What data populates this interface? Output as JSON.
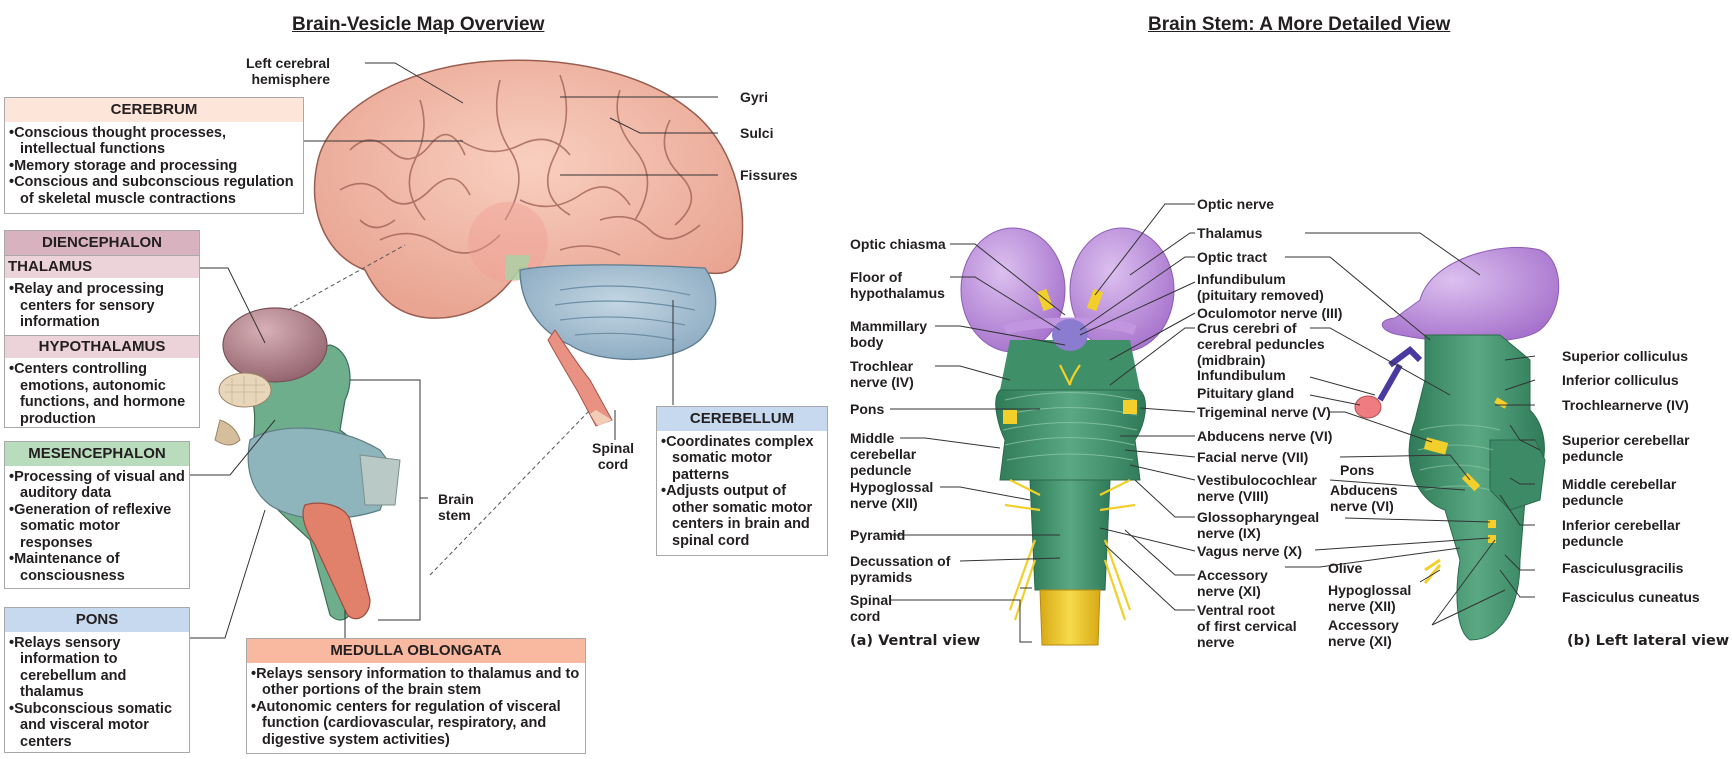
{
  "left_panel": {
    "title": "Brain-Vesicle Map Overview",
    "labels": {
      "left_cerebral_hemisphere": "Left cerebral\nhemisphere",
      "gyri": "Gyri",
      "sulci": "Sulci",
      "fissures": "Fissures",
      "spinal_cord": "Spinal\ncord",
      "brain_stem": "Brain\nstem"
    },
    "boxes": {
      "cerebrum": {
        "header": "CEREBRUM",
        "color": "#fde5da",
        "bullets": [
          "Conscious thought processes, intellectual functions",
          "Memory storage and processing",
          "Conscious and subconscious regulation of skeletal muscle contractions"
        ]
      },
      "diencephalon": {
        "header": "DIENCEPHALON",
        "color": "#d8b2be",
        "thalamus": {
          "header": "THALAMUS",
          "color": "#ecd3da",
          "bullets": [
            "Relay and processing centers for sensory information"
          ]
        },
        "hypothalamus": {
          "header": "HYPOTHALAMUS",
          "color": "#ecd3da",
          "bullets": [
            "Centers controlling emotions, autonomic functions, and hormone production"
          ]
        }
      },
      "mesencephalon": {
        "header": "MESENCEPHALON",
        "color": "#b9dcbc",
        "bullets": [
          "Processing of visual and auditory data",
          "Generation of reflexive somatic motor responses",
          "Maintenance of consciousness"
        ]
      },
      "pons": {
        "header": "PONS",
        "color": "#c6d9ee",
        "bullets": [
          "Relays sensory information to cerebellum and thalamus",
          "Subconscious somatic and visceral motor centers"
        ]
      },
      "medulla": {
        "header": "MEDULLA OBLONGATA",
        "color": "#f8b9a0",
        "bullets": [
          "Relays sensory information to thalamus and to other portions of the brain stem",
          "Autonomic centers for regulation of visceral function (cardiovascular, respiratory, and digestive system activities)"
        ]
      },
      "cerebellum": {
        "header": "CEREBELLUM",
        "color": "#c6d9ee",
        "bullets": [
          "Coordinates complex somatic motor patterns",
          "Adjusts output of other somatic motor centers in brain and spinal cord"
        ]
      }
    }
  },
  "right_panel": {
    "title": "Brain Stem: A More Detailed View",
    "ventral": {
      "caption": "(a)  Ventral view",
      "left_labels": [
        "Optic chiasma",
        "Floor of\nhypothalamus",
        "Mammillary\nbody",
        "Trochlear\nnerve (IV)",
        "Pons",
        "Middle\ncerebellar\npeduncle",
        "Hypoglossal\nnerve (XII)",
        "Pyramid",
        "Decussation of\npyramids",
        "Spinal\ncord"
      ],
      "right_labels": [
        "Optic nerve",
        "Thalamus",
        "Optic tract",
        "Infundibulum\n(pituitary removed)",
        "Oculomotor nerve (III)",
        "Crus cerebri of\ncerebral peduncles\n(midbrain)",
        "Infundibulum",
        "Pituitary gland",
        "Trigeminal nerve (V)",
        "Abducens nerve (VI)",
        "Facial nerve (VII)",
        "Vestibulocochlear\nnerve (VIII)",
        "Glossopharyngeal\nnerve (IX)",
        "Vagus nerve (X)",
        "Accessory\nnerve (XI)",
        "Ventral root\nof first cervical\nnerve"
      ]
    },
    "lateral": {
      "caption": "(b)  Left lateral view",
      "inner_labels": [
        "Pons",
        "Abducens\nnerve (VI)",
        "Olive",
        "Hypoglossal\nnerve (XII)",
        "Accessory\nnerve (XI)"
      ],
      "right_labels": [
        "Superior colliculus",
        "Inferior colliculus",
        "Trochlearnerve (IV)",
        "Superior cerebellar\npeduncle",
        "Middle cerebellar\npeduncle",
        "Inferior cerebellar\npeduncle",
        "Fasciculusgracilis",
        "Fasciculus cuneatus"
      ]
    }
  },
  "colors": {
    "cerebrum": "#f2b9a6",
    "cerebellum": "#a9c4d6",
    "diencephalon": "#b07f86",
    "brainstem_green": "#3f8f69",
    "thalamus_purple": "#b98ad8",
    "nerve_yellow": "#f2cf2a",
    "medulla": "#e07a66"
  }
}
